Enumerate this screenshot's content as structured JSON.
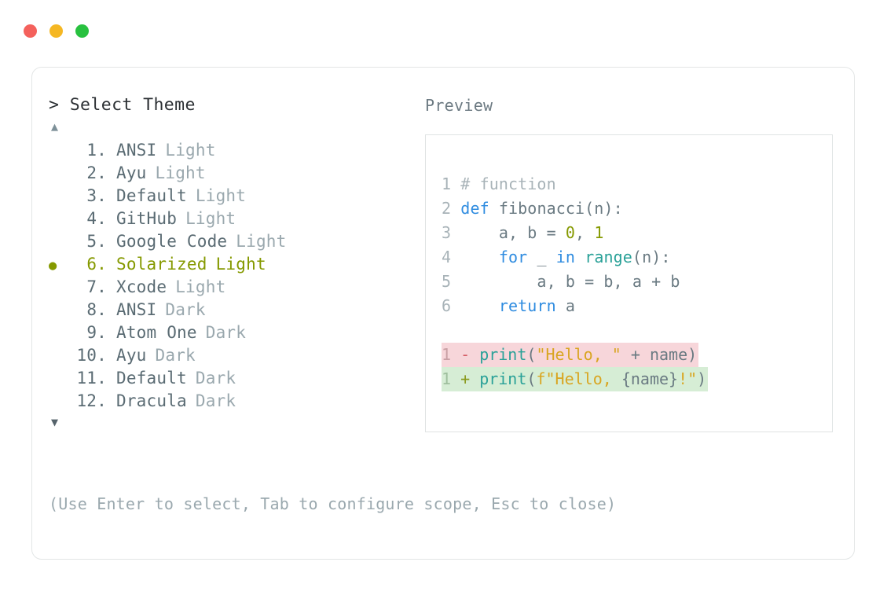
{
  "window": {
    "traffic_lights": [
      {
        "name": "close-button",
        "color": "#f4615c"
      },
      {
        "name": "minimize-button",
        "color": "#f5b723"
      },
      {
        "name": "maximize-button",
        "color": "#28c13f"
      }
    ]
  },
  "left_panel": {
    "prompt_header": "> Select Theme",
    "scroll_up_glyph": "▲",
    "scroll_down_glyph": "▼",
    "selected_index": 6,
    "selected_color": "#859900",
    "bullet_glyph": "●",
    "themes": [
      {
        "num": "1.",
        "name": "ANSI",
        "variant": "Light"
      },
      {
        "num": "2.",
        "name": "Ayu",
        "variant": "Light"
      },
      {
        "num": "3.",
        "name": "Default",
        "variant": "Light"
      },
      {
        "num": "4.",
        "name": "GitHub",
        "variant": "Light"
      },
      {
        "num": "5.",
        "name": "Google Code",
        "variant": "Light"
      },
      {
        "num": "6.",
        "name": "Solarized",
        "variant": "Light"
      },
      {
        "num": "7.",
        "name": "Xcode",
        "variant": "Light"
      },
      {
        "num": "8.",
        "name": "ANSI",
        "variant": "Dark"
      },
      {
        "num": "9.",
        "name": "Atom One",
        "variant": "Dark"
      },
      {
        "num": "10.",
        "name": "Ayu",
        "variant": "Dark"
      },
      {
        "num": "11.",
        "name": "Default",
        "variant": "Dark"
      },
      {
        "num": "12.",
        "name": "Dracula",
        "variant": "Dark"
      }
    ]
  },
  "right_panel": {
    "label": "Preview",
    "code_lines": [
      {
        "ln": "1",
        "tokens": [
          {
            "t": "# function",
            "c": "cmt"
          }
        ]
      },
      {
        "ln": "2",
        "tokens": [
          {
            "t": "def",
            "c": "kw"
          },
          {
            "t": " fibonacci(n):",
            "c": "pln"
          }
        ]
      },
      {
        "ln": "3",
        "tokens": [
          {
            "t": "    a, b = ",
            "c": "pln"
          },
          {
            "t": "0",
            "c": "num"
          },
          {
            "t": ", ",
            "c": "pln"
          },
          {
            "t": "1",
            "c": "num"
          }
        ]
      },
      {
        "ln": "4",
        "tokens": [
          {
            "t": "    ",
            "c": "pln"
          },
          {
            "t": "for",
            "c": "kw"
          },
          {
            "t": " _ ",
            "c": "pln"
          },
          {
            "t": "in",
            "c": "kw"
          },
          {
            "t": " ",
            "c": "pln"
          },
          {
            "t": "range",
            "c": "fn"
          },
          {
            "t": "(n):",
            "c": "pln"
          }
        ]
      },
      {
        "ln": "5",
        "tokens": [
          {
            "t": "        a, b = b, a + b",
            "c": "pln"
          }
        ]
      },
      {
        "ln": "6",
        "tokens": [
          {
            "t": "    ",
            "c": "pln"
          },
          {
            "t": "return",
            "c": "kw"
          },
          {
            "t": " a",
            "c": "pln"
          }
        ]
      }
    ],
    "diff_lines": [
      {
        "kind": "del",
        "ln": "1",
        "marker": "-",
        "tokens": [
          {
            "t": "print",
            "c": "fn"
          },
          {
            "t": "(",
            "c": "pln"
          },
          {
            "t": "\"Hello, \"",
            "c": "str"
          },
          {
            "t": " + name)",
            "c": "pln"
          }
        ]
      },
      {
        "kind": "add",
        "ln": "1",
        "marker": "+",
        "tokens": [
          {
            "t": "print",
            "c": "fn"
          },
          {
            "t": "(",
            "c": "pln"
          },
          {
            "t": "f\"Hello, ",
            "c": "str"
          },
          {
            "t": "{name}",
            "c": "pln"
          },
          {
            "t": "!\"",
            "c": "str"
          },
          {
            "t": ")",
            "c": "pln"
          }
        ]
      }
    ]
  },
  "footer": {
    "hint": "(Use Enter to select, Tab to configure scope, Esc to close)"
  }
}
